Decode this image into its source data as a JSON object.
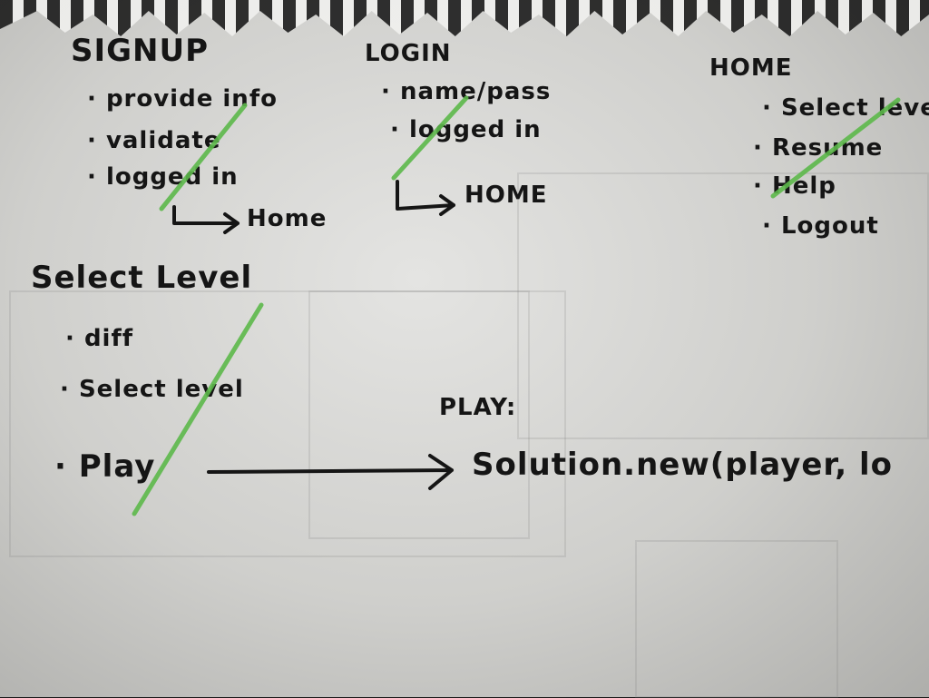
{
  "signup": {
    "title": "SIGNUP",
    "items": [
      "provide info",
      "validate",
      "logged in"
    ],
    "arrow_target": "Home"
  },
  "login": {
    "title": "LOGIN",
    "items": [
      "name/pass",
      "logged in"
    ],
    "arrow_target": "HOME"
  },
  "home": {
    "title": "HOME",
    "items": [
      "Select level",
      "Resume",
      "Help",
      "Logout"
    ]
  },
  "select_level": {
    "title": "Select Level",
    "items": [
      "diff",
      "Select level",
      "Play"
    ]
  },
  "play": {
    "title": "PLAY:",
    "code": "Solution.new(player, lo"
  },
  "colors": {
    "ink": "#151515",
    "highlighter": "#5cb84a"
  }
}
